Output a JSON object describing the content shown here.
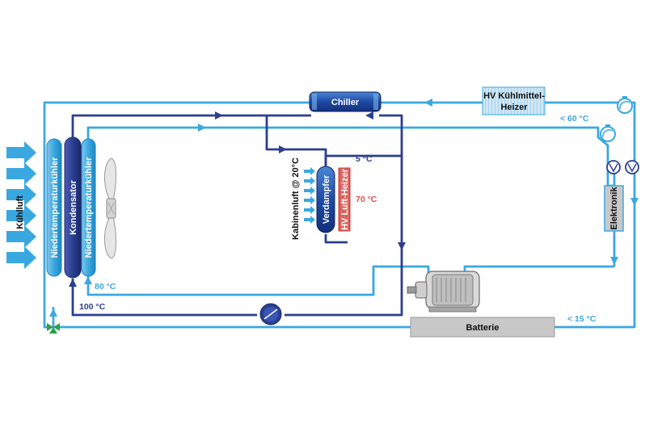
{
  "components": {
    "chiller": "Chiller",
    "hv_coolant_heater": "HV Kühlmittel-Heizer",
    "evaporator": "Verdampfer",
    "hv_air_heater": "HV Luft-Heizer",
    "cabin_air": "Kabinenluft @ 20°C",
    "low_temp_cooler_left": "Niedertemperaturkühler",
    "condenser": "Kondensator",
    "low_temp_cooler_right": "Niedertemperaturkühler",
    "cooling_air": "Kühlluft",
    "electronics": "Elektronik",
    "battery": "Batterie"
  },
  "temperatures": {
    "lt60": "< 60 °C",
    "evap_out": "5 °C",
    "air_heater": "70 °C",
    "t80": "80 °C",
    "t100": "100 °C",
    "lt15": "< 15 °C"
  },
  "colors": {
    "light_blue": "#3aa8e0",
    "dark_blue": "#2b3f8f",
    "dark_fill": "#1e3a8a",
    "red": "#d9534f",
    "green": "#2e9e4a",
    "grey": "#c8c8c8"
  }
}
